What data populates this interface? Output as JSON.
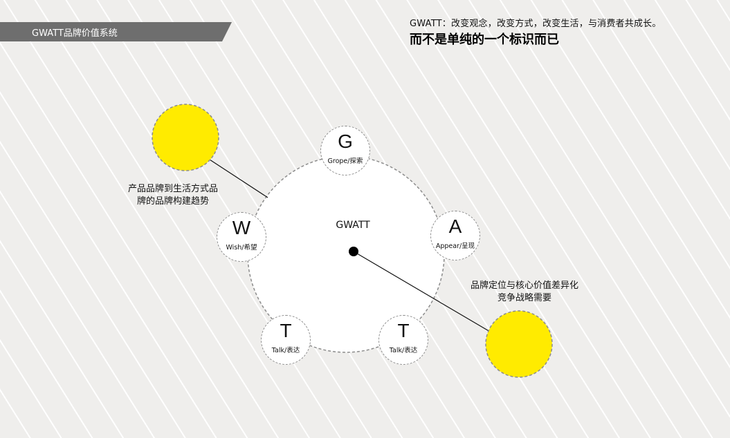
{
  "banner": {
    "title": "GWATT品牌价值系统"
  },
  "header": {
    "tagline": "GWATT：改变观念，改变方式，改变生活，与消费者共成长。",
    "headline": "而不是单纯的一个标识而已"
  },
  "center": {
    "label": "GWATT"
  },
  "nodes": [
    {
      "letter": "G",
      "caption": "Grope/探索"
    },
    {
      "letter": "A",
      "caption": "Appear/呈现"
    },
    {
      "letter": "T",
      "caption": "Talk/表达"
    },
    {
      "letter": "T",
      "caption": "Talk/表达"
    },
    {
      "letter": "W",
      "caption": "Wish/希望"
    }
  ],
  "notes": {
    "left": {
      "line1": "产品品牌到生活方式品",
      "line2": "牌的品牌构建趋势"
    },
    "right": {
      "line1": "品牌定位与核心价值差异化",
      "line2": "竞争战略需要"
    }
  },
  "colors": {
    "highlight": "#ffeb00",
    "banner": "#6e6e6e",
    "dash": "#8c8c8c"
  }
}
